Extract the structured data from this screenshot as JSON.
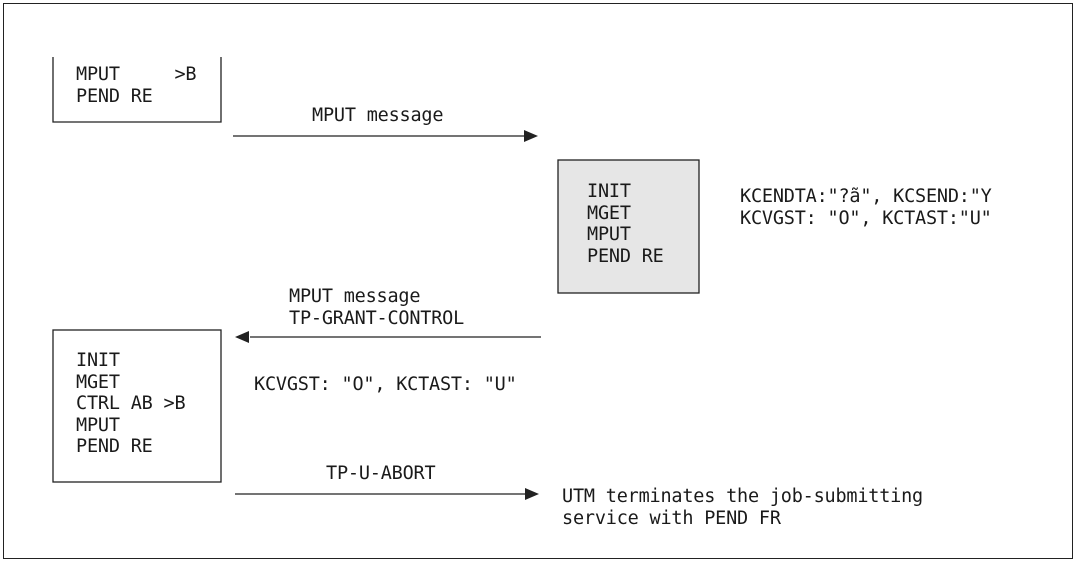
{
  "box_top_left": {
    "lines": [
      "MPUT     >B",
      "PEND RE"
    ]
  },
  "box_middle": {
    "lines": [
      "INIT",
      "MGET",
      "MPUT",
      "PEND RE"
    ],
    "fill": "#e6e6e6"
  },
  "box_bottom_left": {
    "lines": [
      "INIT",
      "MGET",
      "CTRL AB >B",
      "MPUT",
      "PEND RE"
    ]
  },
  "arrow1_label": "MPUT message",
  "arrow2_labels": [
    "MPUT message",
    "TP-GRANT-CONTROL"
  ],
  "arrow3_label": "TP-U-ABORT",
  "note_top_right": [
    "KCENDTA:\"?ã\", KCSEND:\"Y",
    "KCVGST: \"O\", KCTAST:\"U\""
  ],
  "note_middle_left": "KCVGST: \"O\", KCTAST: \"U\"",
  "note_bottom_right": [
    "UTM terminates the job-submitting",
    "service with PEND FR"
  ]
}
